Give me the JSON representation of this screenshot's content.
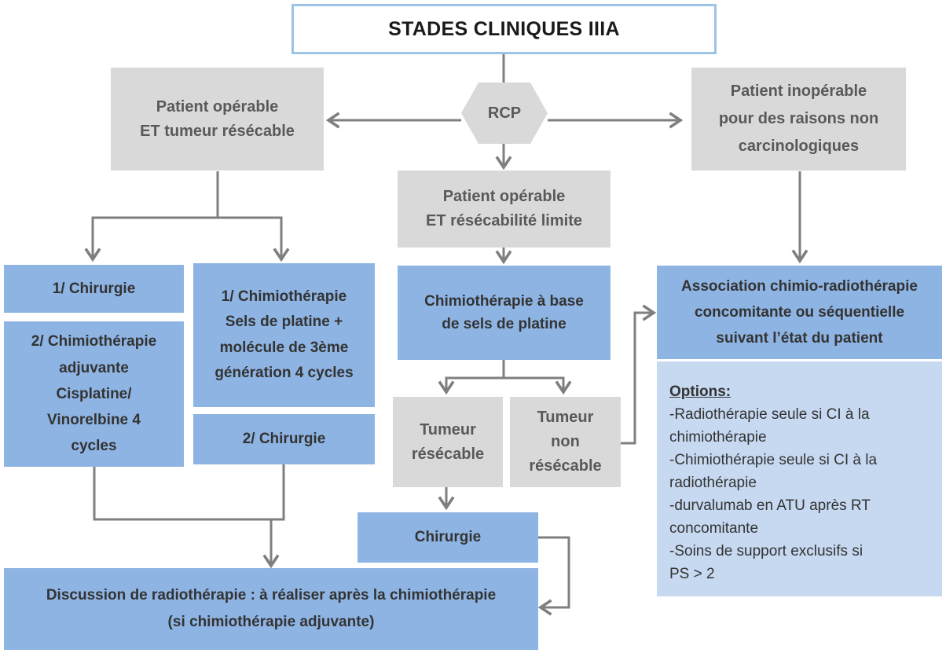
{
  "title": "STADES CLINIQUES IIIA",
  "rcp": "RCP",
  "left_top": {
    "line1": "Patient opérable",
    "line2": "ET tumeur résécable"
  },
  "right_top": {
    "line1": "Patient inopérable",
    "line2": "pour des raisons non",
    "line3": "carcinologiques"
  },
  "middle_top": {
    "line1": "Patient opérable",
    "line2": "ET résécabilité limite"
  },
  "left_a1": "1/ Chirurgie",
  "left_a2": {
    "line1": "2/ Chimiothérapie",
    "line2": "adjuvante",
    "line3": "Cisplatine/",
    "line4": "Vinorelbine 4",
    "line5": "cycles"
  },
  "left_b1": {
    "line1": "1/ Chimiothérapie",
    "line2": "Sels de platine +",
    "line3": "molécule de 3ème",
    "line4": "génération 4 cycles"
  },
  "left_b2": "2/ Chirurgie",
  "middle_chemo": {
    "line1": "Chimiothérapie à base",
    "line2": "de sels de platine"
  },
  "tumeur_resecable": {
    "line1": "Tumeur",
    "line2": "résécable"
  },
  "tumeur_non_resecable": {
    "line1": "Tumeur",
    "line2": "non",
    "line3": "résécable"
  },
  "middle_chirurgie": "Chirurgie",
  "bottom": {
    "line1": "Discussion de radiothérapie : à réaliser après la chimiothérapie",
    "line2": "(si chimiothérapie adjuvante)"
  },
  "association": {
    "line1": "Association chimio-radiothérapie",
    "line2": "concomitante ou séquentielle",
    "line3": "suivant l’état du patient"
  },
  "options": {
    "heading": "Options:",
    "lines": [
      "-Radiothérapie seule si CI  à la",
      "chimiothérapie",
      "-Chimiothérapie seule si CI  à la",
      "radiothérapie",
      "-durvalumab en ATU après RT",
      "concomitante",
      "-Soins de support exclusifs si",
      "PS > 2"
    ]
  },
  "colors": {
    "gray_box": "#d9d9d9",
    "blue_box": "#8eb4e3",
    "options_bg": "#c6d9f1",
    "title_border": "#9dc3e6",
    "arrow": "#7f7f7f"
  }
}
